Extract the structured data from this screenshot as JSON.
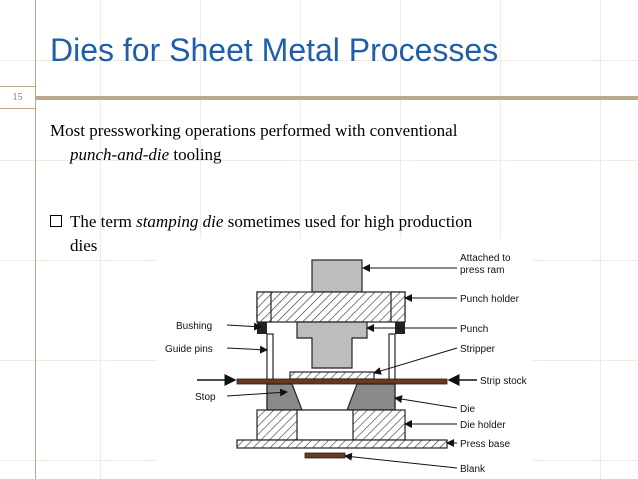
{
  "slide": {
    "page_number": "15",
    "title": "Dies for Sheet Metal Processes",
    "bullet1": {
      "line1": "Most pressworking operations performed with conventional",
      "line2_italic": "punch-and-die",
      "line2_rest": " tooling"
    },
    "bullet2": {
      "prefix": "The term ",
      "italic": "stamping die",
      "suffix": " sometimes used for high production",
      "line2": "dies"
    }
  },
  "diagram": {
    "labels": {
      "attached_line1": "Attached to",
      "attached_line2": "press ram",
      "punch_holder": "Punch holder",
      "punch": "Punch",
      "stripper": "Stripper",
      "strip_stock": "Strip stock",
      "die": "Die",
      "die_holder": "Die holder",
      "press_base": "Press base",
      "blank": "Blank",
      "bushing": "Bushing",
      "guide_pins": "Guide pins",
      "stop": "Stop"
    }
  }
}
